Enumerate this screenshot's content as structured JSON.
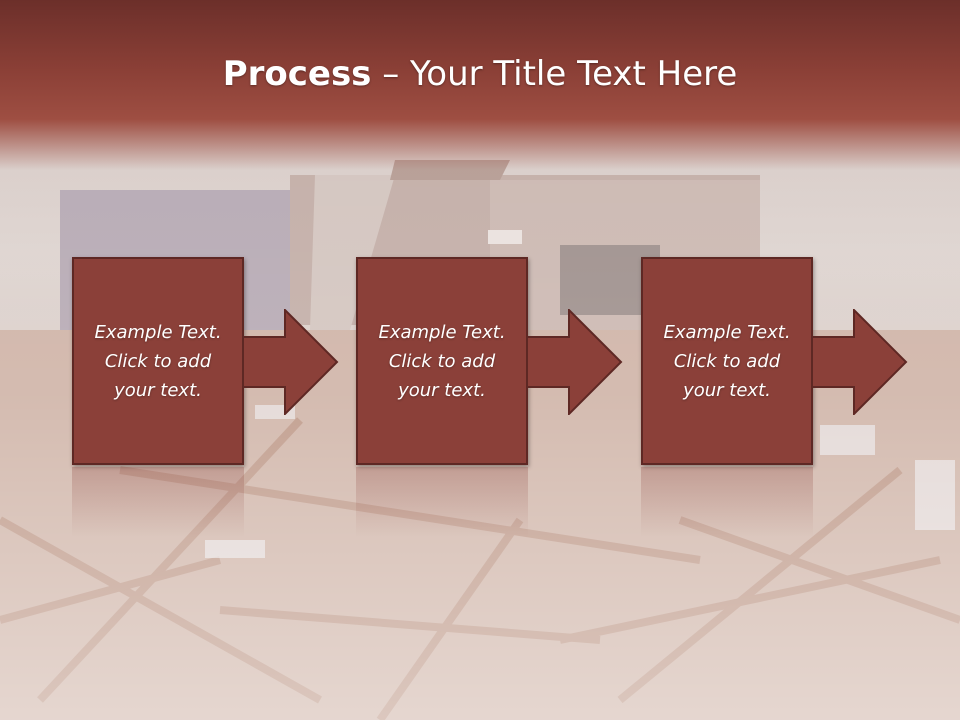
{
  "slide": {
    "title_bold": "Process",
    "title_rest": " – Your Title Text Here",
    "steps": [
      {
        "text": "Example Text.\nClick  to add\nyour text."
      },
      {
        "text": "Example Text.\nClick  to add\nyour text."
      },
      {
        "text": "Example Text.\nClick  to add\nyour text."
      }
    ],
    "colors": {
      "accent": "#8b4039",
      "accent_dark": "#5e2824",
      "title_band": "#7b342e",
      "text": "#ffffff"
    }
  }
}
